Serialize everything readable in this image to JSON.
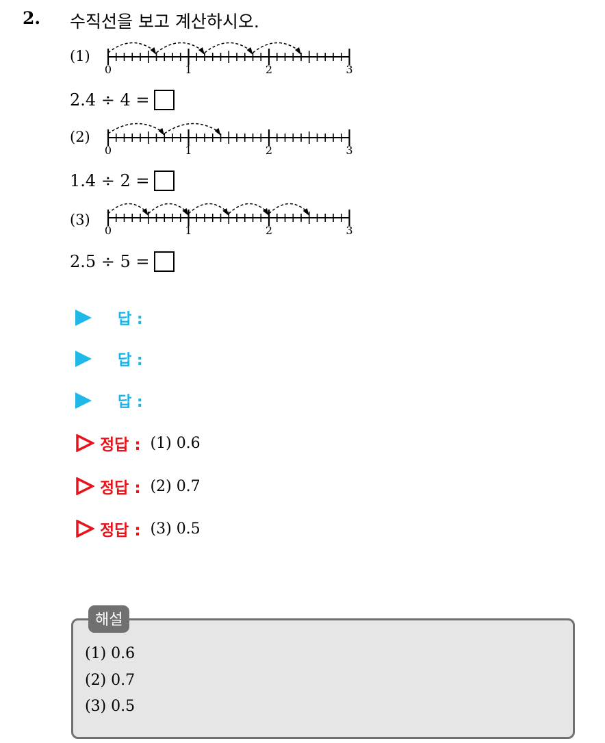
{
  "question": {
    "number": "2.",
    "text": "수직선을 보고 계산하시오."
  },
  "problems": [
    {
      "label": "(1)",
      "tick_labels": [
        "0",
        "1",
        "2",
        "3"
      ],
      "equation": "2.4 ÷ 4 =",
      "arcs": 4
    },
    {
      "label": "(2)",
      "tick_labels": [
        "0",
        "1",
        "2",
        "3"
      ],
      "equation": "1.4 ÷ 2 =",
      "arcs": 2
    },
    {
      "label": "(3)",
      "tick_labels": [
        "0",
        "1",
        "2",
        "3"
      ],
      "equation": "2.5 ÷ 5 =",
      "arcs": 5
    }
  ],
  "answer_slots": [
    {
      "label": "답 :"
    },
    {
      "label": "답 :"
    },
    {
      "label": "답 :"
    }
  ],
  "correct": [
    {
      "label": "정답 :",
      "value": "(1) 0.6"
    },
    {
      "label": "정답 :",
      "value": "(2) 0.7"
    },
    {
      "label": "정답 :",
      "value": "(3) 0.5"
    }
  ],
  "explanation": {
    "title": "해설",
    "lines": [
      "(1) 0.6",
      "(2) 0.7",
      "(3) 0.5"
    ]
  },
  "colors": {
    "answer_blue": "#19b3e6",
    "correct_red": "#e8141c",
    "panel_gray": "#707070"
  }
}
